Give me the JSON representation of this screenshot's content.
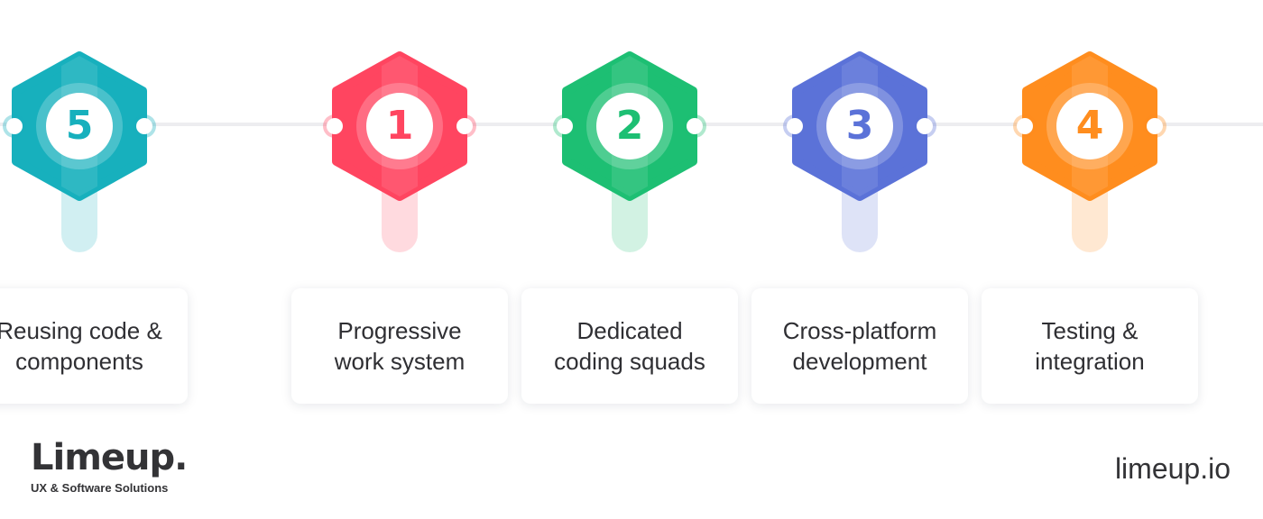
{
  "steps": [
    {
      "number": "1",
      "label": "Progressive\nwork system",
      "color": "#ff4560"
    },
    {
      "number": "2",
      "label": "Dedicated\ncoding squads",
      "color": "#1dbf73"
    },
    {
      "number": "3",
      "label": "Cross-platform\ndevelopment",
      "color": "#5b72d8"
    },
    {
      "number": "4",
      "label": "Testing &\nintegration",
      "color": "#ff8d1e"
    },
    {
      "number": "5",
      "label": "Reusing code &\ncomponents",
      "color": "#17b0bd"
    }
  ],
  "brand": {
    "logo_text": "Limeup.",
    "tagline": "UX & Software Solutions",
    "website": "limeup.io",
    "text_color": "#333336"
  }
}
